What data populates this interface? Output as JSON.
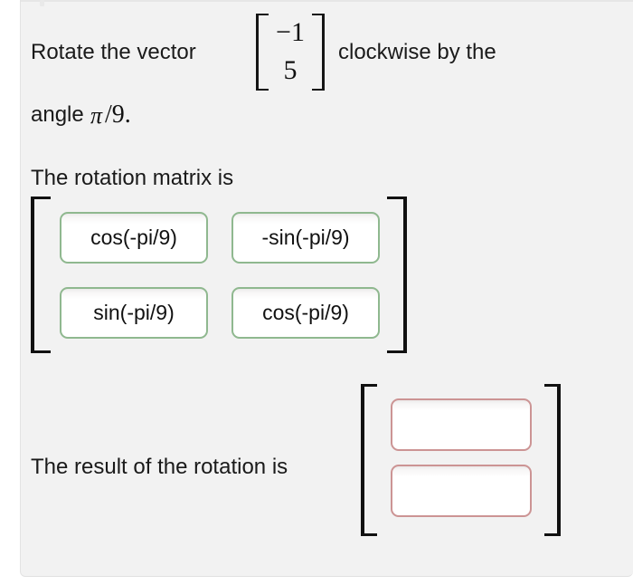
{
  "problem": {
    "line1_prefix": "Rotate the vector",
    "vector": {
      "row1": "−1",
      "row2": "5"
    },
    "line1_suffix": "clockwise by the",
    "line2_prefix": "angle",
    "line2_symbol": "π",
    "line2_rest": "/9."
  },
  "rotation_matrix": {
    "label": "The rotation matrix is",
    "border_color": "#8fb88f",
    "cells": [
      {
        "name": "matrix-input-r1c1",
        "value": "cos(-pi/9)"
      },
      {
        "name": "matrix-input-r1c2",
        "value": "-sin(-pi/9)"
      },
      {
        "name": "matrix-input-r2c1",
        "value": "sin(-pi/9)"
      },
      {
        "name": "matrix-input-r2c2",
        "value": "cos(-pi/9)"
      }
    ]
  },
  "result": {
    "label": "The result of the rotation is",
    "border_color": "#cc9494",
    "cells": [
      {
        "name": "result-input-row1",
        "value": "",
        "placeholder": ""
      },
      {
        "name": "result-input-row2",
        "value": "",
        "placeholder": ""
      }
    ]
  },
  "colors": {
    "panel_background": "#f2f2f2",
    "page_background": "#ffffff",
    "text": "#1a1a1a",
    "bracket": "#111111",
    "filled_input_border": "#8fb88f",
    "empty_input_border": "#cc9494"
  }
}
